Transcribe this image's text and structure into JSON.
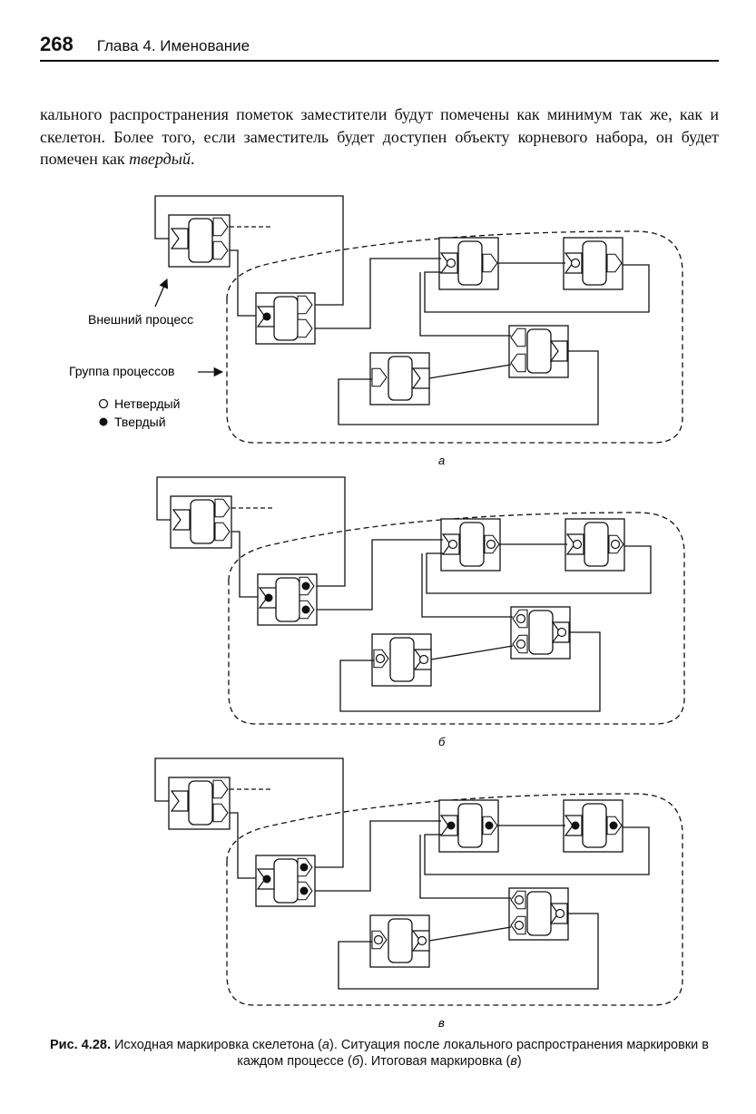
{
  "header": {
    "page_number": "268",
    "chapter": "Глава 4. Именование"
  },
  "body": {
    "paragraph_before_em": "кального распространения пометок заместители будут помечены как минимум так же, как и скелетон. Более того, если заместитель будет доступен объекту корневого набора, он будет помечен как ",
    "emphasis": "твердый",
    "paragraph_after_em": "."
  },
  "figure": {
    "legend": {
      "external_process": "Внешний процесс",
      "process_group": "Группа процессов",
      "soft": "Нетвердый",
      "hard": "Твердый"
    },
    "panel_labels": [
      "а",
      "б",
      "в"
    ]
  },
  "caption": {
    "label": "Рис. 4.28.",
    "line1": " Исходная маркировка скелетона (",
    "i1": "а",
    "mid1": "). Ситуация после локального распространения маркировки в каждом процессе (",
    "i2": "б",
    "mid2": "). Итоговая маркировка (",
    "i3": "в",
    "end": ")"
  }
}
